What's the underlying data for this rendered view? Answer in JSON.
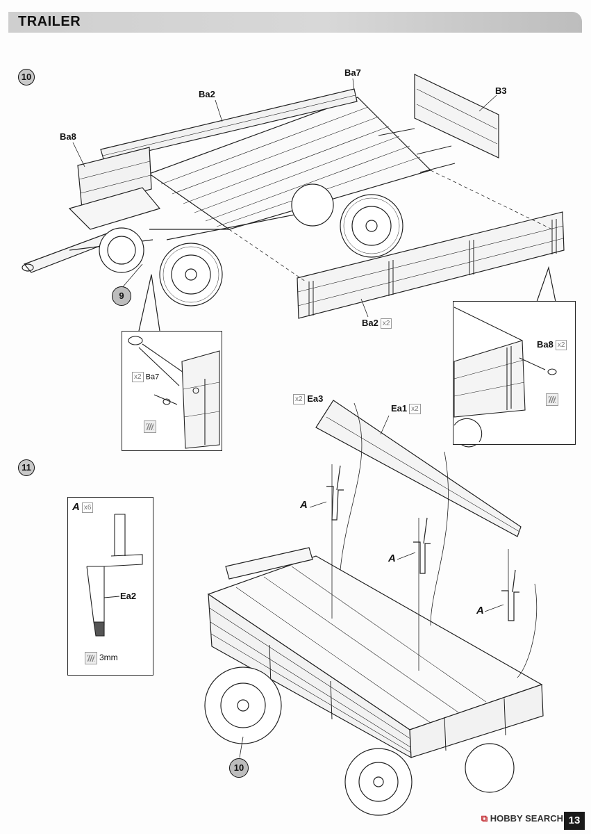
{
  "header": {
    "title": "TRAILER"
  },
  "steps": {
    "step10": "10",
    "step11": "11"
  },
  "step10": {
    "labels": {
      "ba2_top": "Ba2",
      "ba7": "Ba7",
      "b3": "B3",
      "ba8": "Ba8",
      "ba2_side": "Ba2",
      "ba2_side_qty": "x2"
    },
    "callout": "9",
    "inset_left": {
      "qty": "x2",
      "label": "Ba7"
    },
    "inset_right": {
      "label": "Ba8",
      "qty": "x2"
    }
  },
  "step11": {
    "labels": {
      "ea3_qty": "x2",
      "ea3": "Ea3",
      "ea1": "Ea1",
      "ea1_qty": "x2",
      "a1": "A",
      "a2": "A",
      "a3": "A"
    },
    "callout": "10",
    "inset": {
      "title": "A",
      "qty": "x6",
      "part": "Ea2",
      "glue_note": "3mm"
    }
  },
  "footer": {
    "brand_mark": "⧉",
    "brand": "HOBBY SEARCH",
    "page": "13"
  },
  "colors": {
    "header_bar": "#d0d0d0",
    "step_circle": "#c9c9c9",
    "page_num_bg": "#1a1a1a",
    "brand_red": "#c1272d"
  }
}
